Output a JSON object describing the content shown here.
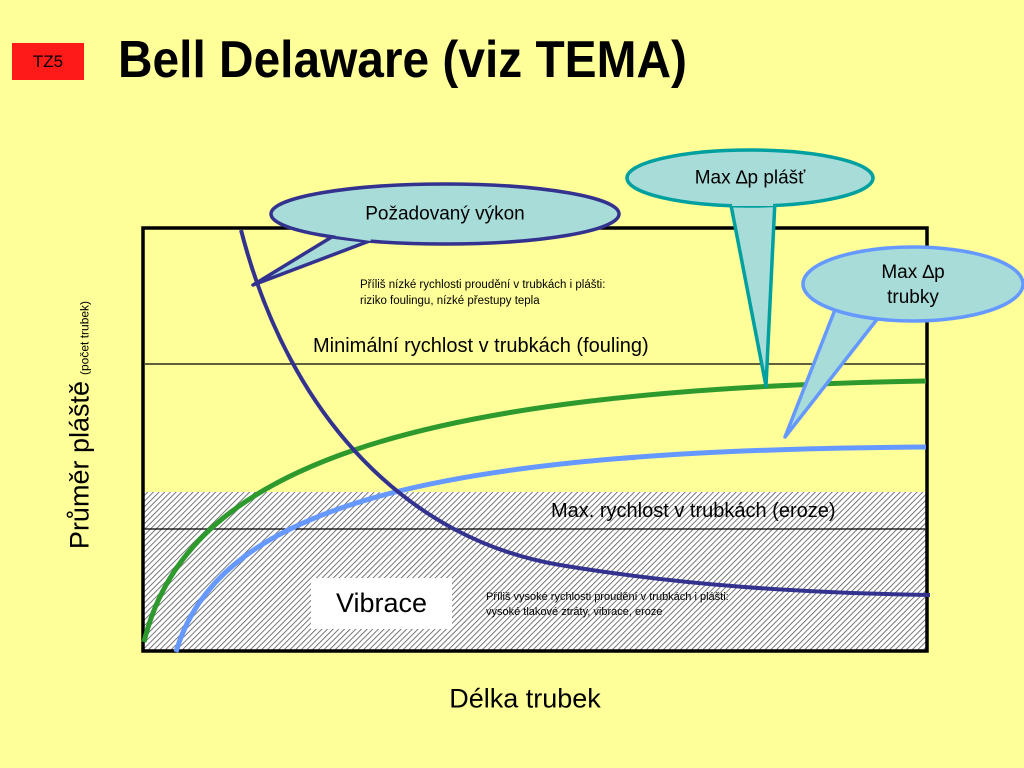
{
  "slide": {
    "tag": "TZ5",
    "title": "Bell Delaware (viz TEMA)"
  },
  "axes": {
    "ylabel": "Průměr pláště",
    "ylabel_note": "(počet trubek)",
    "xlabel": "Délka trubek"
  },
  "regions": {
    "top_line1": "Příliš nízké rychlosti proudění v trubkách i plášti:",
    "top_line2": "riziko foulingu, nízké přestupy tepla",
    "bottom_line1": "Příliš vysoké rychlosti proudění v trubkách i plášti:",
    "bottom_line2": "vysoké tlakové ztráty, vibrace, eroze"
  },
  "limits": {
    "min_velocity": "Minimální rychlost v trubkách (fouling)",
    "max_velocity": "Max. rychlost v trubkách (eroze)",
    "vibration": "Vibrace"
  },
  "callouts": {
    "required_duty": "Požadovaný výkon",
    "max_dp_shell": "Max ∆p plášť",
    "max_dp_tubes_line1": "Max ∆p",
    "max_dp_tubes_line2": "trubky"
  },
  "colors": {
    "background": "#ffff99",
    "tag": "#ff1a1a",
    "callout_fill": "#a8dcd8",
    "required_duty_curve": "#33338f",
    "shell_dp_curve": "#2e9a2e",
    "tube_dp_curve": "#6699ff",
    "shell_callout_border": "#00a0a0"
  }
}
